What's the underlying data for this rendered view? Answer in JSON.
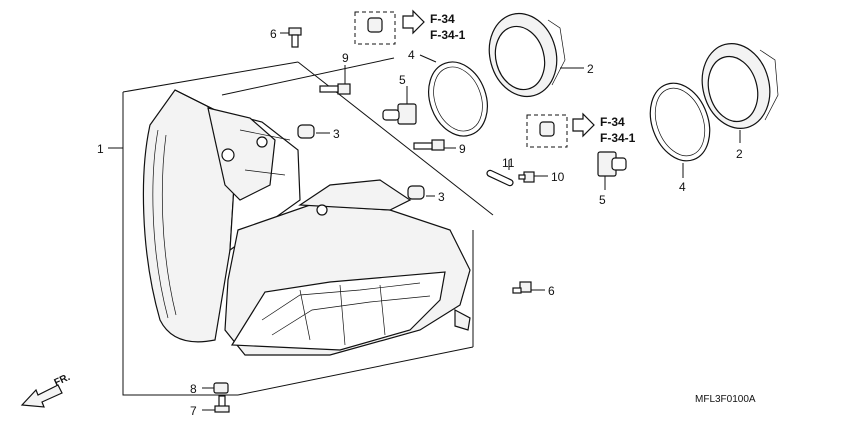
{
  "callouts": {
    "c1": "1",
    "c2a": "2",
    "c2b": "2",
    "c3a": "3",
    "c3b": "3",
    "c4a": "4",
    "c4b": "4",
    "c5a": "5",
    "c5b": "5",
    "c6a": "6",
    "c6b": "6",
    "c7": "7",
    "c8": "8",
    "c9a": "9",
    "c9b": "9",
    "c10": "10",
    "c11": "11"
  },
  "references": {
    "ref1_top": "F-34",
    "ref1_bottom": "F-34-1",
    "ref2_top": "F-34",
    "ref2_bottom": "F-34-1"
  },
  "front_marker": "FR.",
  "diagram_code": "MFL3F0100A"
}
